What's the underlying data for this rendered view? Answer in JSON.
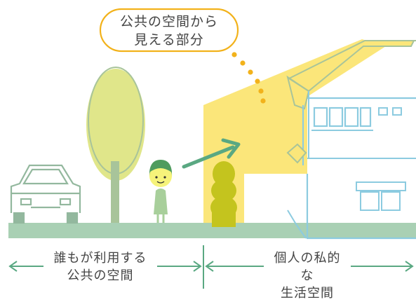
{
  "callout": {
    "line1": "公共の空間から",
    "line2": "見える部分"
  },
  "zones": {
    "public": {
      "line1": "誰もが利用する",
      "line2": "公共の空間"
    },
    "private": {
      "line1": "個人の私的な",
      "line2": "生活空間"
    }
  },
  "colors": {
    "visible_area": "#fbe67a",
    "bush": "#c4c41e",
    "ground": "#a9d0b4",
    "house_outline": "#8ccbe0",
    "roof_outline": "#a8c49a",
    "tree_foliage": "#e0e68a",
    "callout_border": "#f2b21b",
    "arrow": "#5aa882"
  },
  "icons": [
    "car-icon",
    "tree-icon",
    "child-icon",
    "bush-icon",
    "house-icon",
    "sight-arrow-icon"
  ]
}
